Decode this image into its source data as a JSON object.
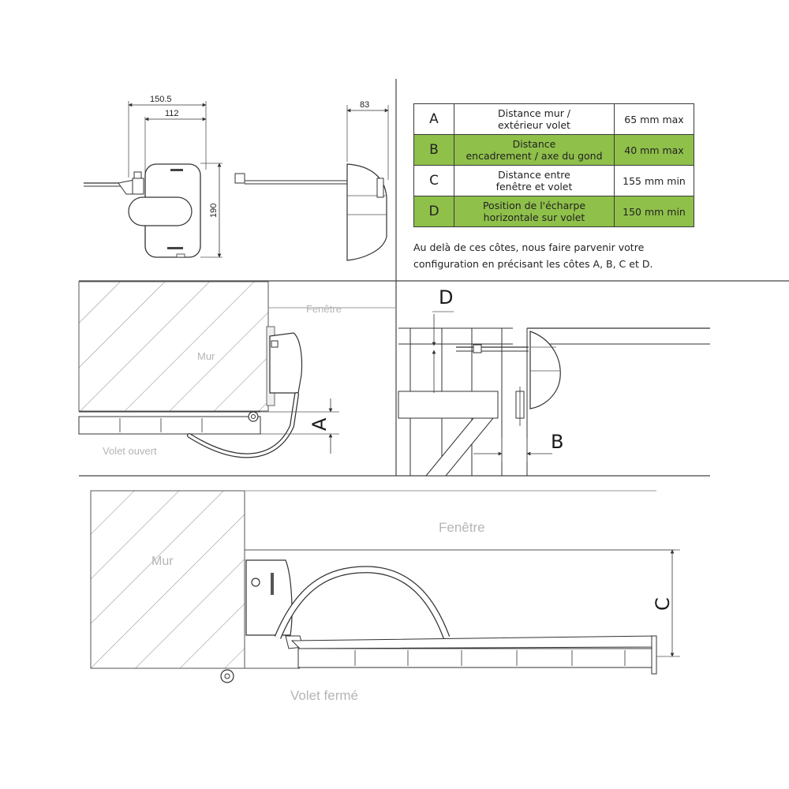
{
  "dimensions": {
    "width_outer": "150.5",
    "width_inner": "112",
    "height": "190",
    "depth": "83"
  },
  "table": {
    "rows": [
      {
        "letter": "A",
        "desc1": "Distance mur /",
        "desc2": "extérieur volet",
        "value": "65 mm max",
        "highlight": false
      },
      {
        "letter": "B",
        "desc1": "Distance",
        "desc2": "encadrement / axe du gond",
        "value": "40 mm max",
        "highlight": true
      },
      {
        "letter": "C",
        "desc1": "Distance entre",
        "desc2": "fenêtre et volet",
        "value": "155 mm min",
        "highlight": false
      },
      {
        "letter": "D",
        "desc1": "Position de l'écharpe",
        "desc2": "horizontale sur volet",
        "value": "150 mm min",
        "highlight": true
      }
    ],
    "highlight_color": "#8fc04a"
  },
  "note": {
    "line1": "Au delà de ces côtes, nous faire parvenir votre",
    "line2": "configuration en précisant les côtes A, B, C et D."
  },
  "labels": {
    "fenetre_top": "Fenêtre",
    "mur_top": "Mur",
    "volet_ouvert": "Volet ouvert",
    "letter_a": "A",
    "letter_d": "D",
    "letter_b": "B",
    "fenetre_bottom": "Fenêtre",
    "mur_bottom": "Mur",
    "letter_c": "C",
    "volet_ferme": "Volet fermé"
  }
}
